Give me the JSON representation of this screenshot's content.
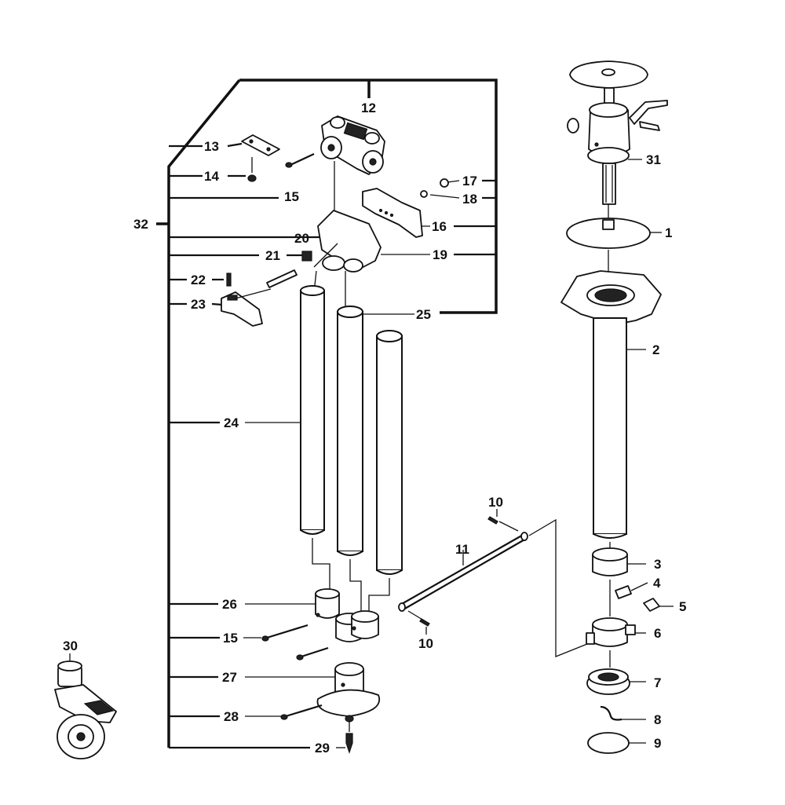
{
  "diagram": {
    "callouts": {
      "c1": "1",
      "c2": "2",
      "c3": "3",
      "c4": "4",
      "c5": "5",
      "c6": "6",
      "c7": "7",
      "c8": "8",
      "c9": "9",
      "c10a": "10",
      "c10b": "10",
      "c11": "11",
      "c12": "12",
      "c13": "13",
      "c14": "14",
      "c15a": "15",
      "c15b": "15",
      "c16": "16",
      "c17": "17",
      "c18": "18",
      "c19": "19",
      "c20": "20",
      "c21": "21",
      "c22": "22",
      "c23": "23",
      "c24": "24",
      "c25": "25",
      "c26": "26",
      "c27": "27",
      "c28": "28",
      "c29": "29",
      "c30": "30",
      "c31": "31",
      "c32": "32"
    }
  }
}
